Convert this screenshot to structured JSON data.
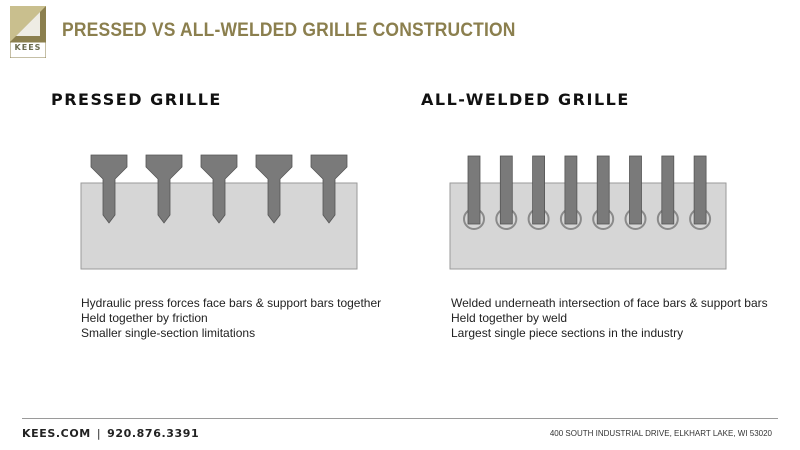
{
  "header": {
    "logo_text": "KEES",
    "title": "PRESSED VS ALL-WELDED GRILLE CONSTRUCTION"
  },
  "panels": [
    {
      "title": "PRESSED GRILLE",
      "bullets": [
        "Hydraulic press forces face bars & support bars together",
        "Held together by friction",
        "Smaller single-section limitations"
      ],
      "bar_count": 5
    },
    {
      "title": "ALL-WELDED GRILLE",
      "bullets": [
        "Welded underneath intersection of face bars & support bars",
        "Held together by weld",
        "Largest single piece sections in the industry"
      ],
      "bar_count": 8
    }
  ],
  "colors": {
    "brand_gold": "#8b7f4e",
    "bar_fill": "#7a7a7a",
    "support_fill": "#d6d6d6",
    "weld_ring": "#8a8a8a"
  },
  "footer": {
    "website": "KEES.COM",
    "separator": "|",
    "phone": "920.876.3391",
    "address": "400 SOUTH INDUSTRIAL DRIVE, ELKHART LAKE, WI 53020"
  }
}
